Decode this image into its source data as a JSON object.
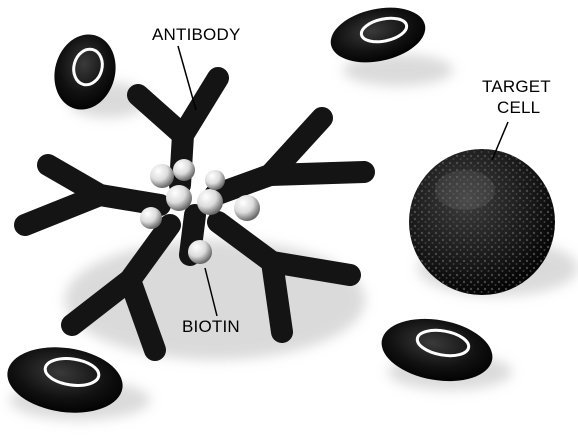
{
  "labels": {
    "antibody": "ANTIBODY",
    "target_cell_line1": "TARGET",
    "target_cell_line2": "CELL",
    "biotin": "BIOTIN"
  }
}
